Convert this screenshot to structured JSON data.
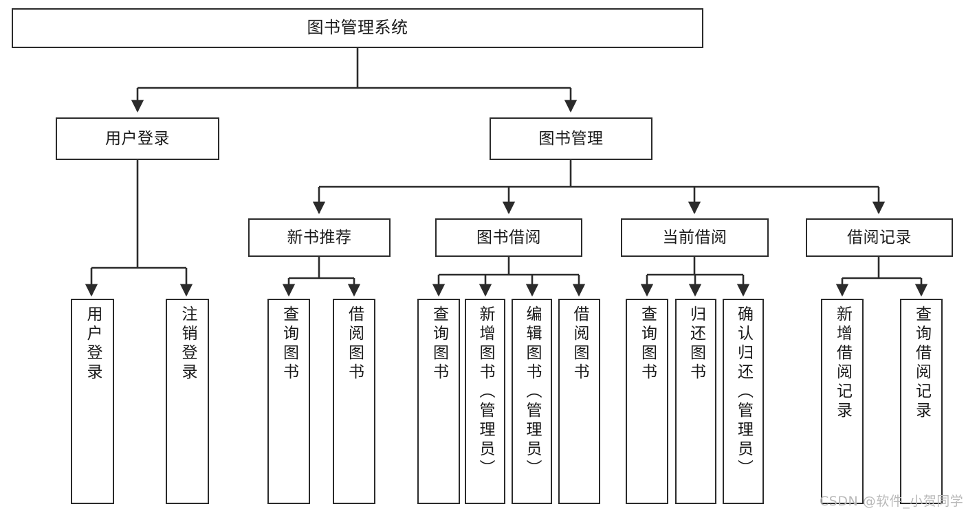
{
  "diagram": {
    "title": "图书管理系统",
    "type": "tree-structure-chart",
    "stroke_color": "#2b2b2b",
    "background_color": "#ffffff",
    "text_color": "#1a1a1a"
  },
  "nodes": {
    "root": {
      "label": "图书管理系统"
    },
    "level2": [
      {
        "id": "user-login",
        "label": "用户登录"
      },
      {
        "id": "book-manage",
        "label": "图书管理"
      }
    ],
    "level3": [
      {
        "id": "new-book-recommend",
        "label": "新书推荐"
      },
      {
        "id": "book-borrow",
        "label": "图书借阅"
      },
      {
        "id": "current-borrow",
        "label": "当前借阅"
      },
      {
        "id": "borrow-record",
        "label": "借阅记录"
      }
    ],
    "leaves": [
      {
        "id": "leaf-user-login",
        "label": "用户登录",
        "parent": "user-login"
      },
      {
        "id": "leaf-user-logout",
        "label": "注销登录",
        "parent": "user-login"
      },
      {
        "id": "leaf-query-book-1",
        "label": "查询图书",
        "parent": "new-book-recommend"
      },
      {
        "id": "leaf-borrow-book-1",
        "label": "借阅图书",
        "parent": "new-book-recommend"
      },
      {
        "id": "leaf-query-book-2",
        "label": "查询图书",
        "parent": "book-borrow"
      },
      {
        "id": "leaf-add-book",
        "label": "新增图书（管理员）",
        "parent": "book-borrow"
      },
      {
        "id": "leaf-edit-book",
        "label": "编辑图书（管理员）",
        "parent": "book-borrow"
      },
      {
        "id": "leaf-borrow-book-2",
        "label": "借阅图书",
        "parent": "book-borrow"
      },
      {
        "id": "leaf-query-book-3",
        "label": "查询图书",
        "parent": "current-borrow"
      },
      {
        "id": "leaf-return-book",
        "label": "归还图书",
        "parent": "current-borrow"
      },
      {
        "id": "leaf-confirm-return",
        "label": "确认归还（管理员）",
        "parent": "current-borrow"
      },
      {
        "id": "leaf-add-record",
        "label": "新增借阅记录",
        "parent": "borrow-record"
      },
      {
        "id": "leaf-query-record",
        "label": "查询借阅记录",
        "parent": "borrow-record"
      }
    ]
  },
  "watermark": {
    "text": "CSDN @软件_小贺同学"
  }
}
